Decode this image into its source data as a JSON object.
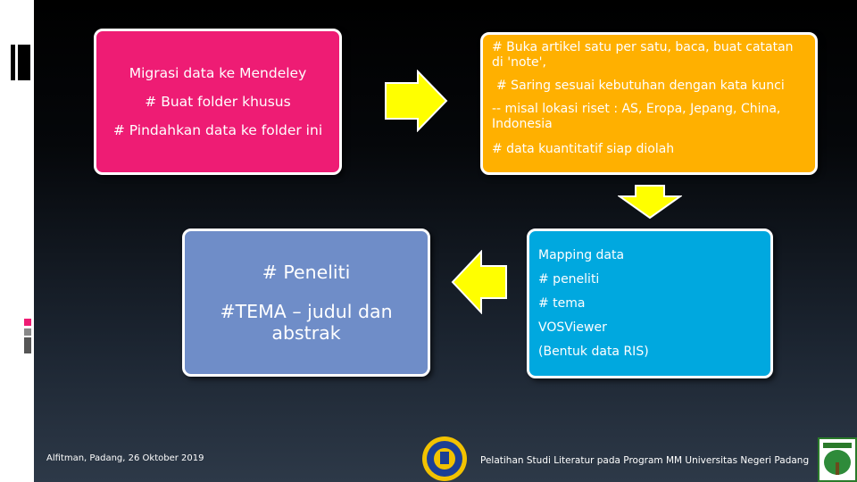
{
  "boxes": {
    "pink": [
      "Migrasi data ke Mendeley",
      "# Buat folder khusus",
      "# Pindahkan data ke folder ini"
    ],
    "orange": [
      "# Buka artikel satu per satu, baca, buat catatan di 'note',",
      "# Saring sesuai kebutuhan dengan kata kunci",
      "-- misal lokasi riset : AS, Eropa, Jepang, China, Indonesia",
      "# data kuantitatif siap diolah"
    ],
    "blue": [
      "# Peneliti",
      "#TEMA – judul dan abstrak"
    ],
    "cyan": [
      "Mapping data",
      "# peneliti",
      "# tema",
      "VOSViewer",
      "(Bentuk data RIS)"
    ]
  },
  "footer": {
    "author": "Alfitman, Padang, 26 Oktober 2019",
    "program": "Pelatihan Studi Literatur pada Program MM Universitas Negeri Padang"
  },
  "colors": {
    "pink": "#ee1c74",
    "orange": "#ffb000",
    "blue": "#6f8dc8",
    "cyan": "#00a8df",
    "arrow": "#ffff00"
  }
}
